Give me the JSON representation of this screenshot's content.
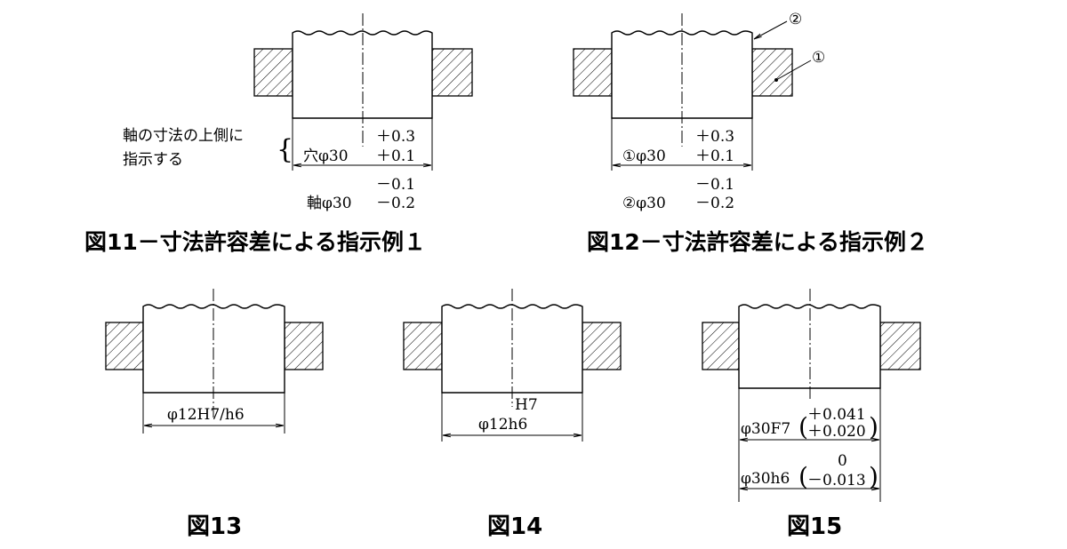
{
  "fig11": {
    "note_line1": "軸の寸法の上側に",
    "note_line2": "指示する",
    "hole_upper": "＋0.3",
    "hole_label": "穴φ30",
    "hole_lower": "＋0.1",
    "shaft_upper": "－0.1",
    "shaft_label": "軸φ30",
    "shaft_lower": "－0.2",
    "caption": "図11－寸法許容差による指示例１"
  },
  "fig12": {
    "leader_2": "②",
    "leader_1": "①",
    "hole_upper": "＋0.3",
    "hole_label": "①φ30",
    "hole_lower": "＋0.1",
    "shaft_upper": "－0.1",
    "shaft_label": "②φ30",
    "shaft_lower": "－0.2",
    "caption": "図12－寸法許容差による指示例２"
  },
  "fig13": {
    "dim_label": "φ12H7/h6",
    "caption": "図13"
  },
  "fig14": {
    "hole_label": "H7",
    "shaft_label": "φ12h6",
    "caption": "図14"
  },
  "fig15": {
    "hole_label": "φ30F7",
    "hole_upper": "＋0.041",
    "hole_lower": "＋0.020",
    "shaft_label": "φ30h6",
    "shaft_upper": "0",
    "shaft_lower": "－0.013",
    "caption": "図15"
  }
}
